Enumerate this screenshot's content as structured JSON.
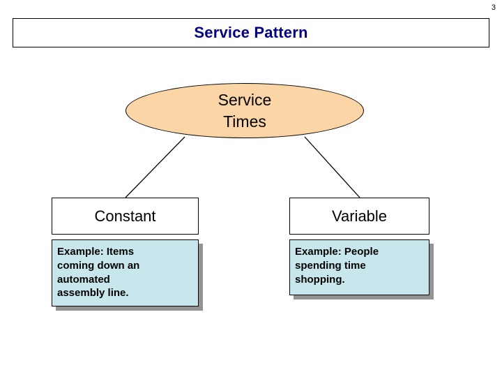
{
  "slide": {
    "number": "3",
    "title": "Service Pattern"
  },
  "diagram": {
    "root": {
      "label": "Service\nTimes",
      "fill": "#fbd5a5",
      "stroke": "#000000"
    },
    "branches": [
      {
        "category": "Constant",
        "example": "Example: Items\ncoming down an\nautomated\nassembly line.",
        "fill": "#c7e7ec"
      },
      {
        "category": "Variable",
        "example": "Example: People\nspending time\nshopping.",
        "fill": "#c7e7ec"
      }
    ]
  },
  "colors": {
    "title_text": "#000080",
    "ellipse_fill": "#fbd5a5",
    "example_fill": "#c7e7ec",
    "outline": "#000000",
    "shadow": "#808080"
  }
}
